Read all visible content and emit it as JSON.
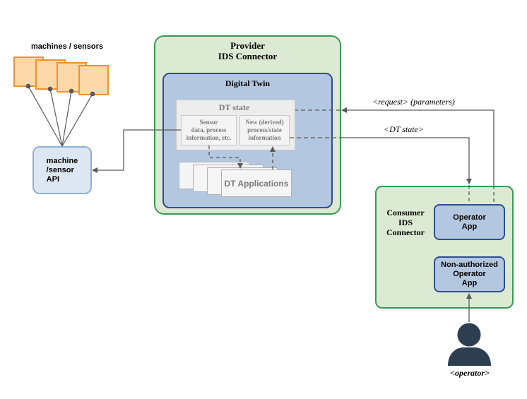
{
  "sensors": {
    "title": "machines / sensors"
  },
  "api": {
    "label": "machine\n/sensor\nAPI"
  },
  "provider": {
    "title": "Provider\nIDS Connector"
  },
  "digital_twin": {
    "title": "Digital Twin"
  },
  "dt_state": {
    "title": "DT state",
    "sensor_box": "Sensor\ndata, process\ninformation, etc.",
    "derived_box": "New (derived)\nprocess/state\ninformation"
  },
  "dt_applications": {
    "label": "DT Applications"
  },
  "edges": {
    "request": "<request> (parameters)",
    "dt_state": "<DT state>"
  },
  "consumer": {
    "title": "Consumer\nIDS\nConnector",
    "operator_app": "Operator\nApp",
    "non_authorized_app": "Non-authorized\nOperator\nApp"
  },
  "operator": {
    "label": "<operator>"
  },
  "colors": {
    "sensor_fill": "#fdd8a8",
    "sensor_border": "#f0922f",
    "connector_fill": "#dcead3",
    "connector_border": "#3a9a55",
    "twin_fill": "#b4c7e0",
    "twin_border": "#2f4f8f",
    "edge": "#595959",
    "operator_icon": "#2d3e50"
  }
}
